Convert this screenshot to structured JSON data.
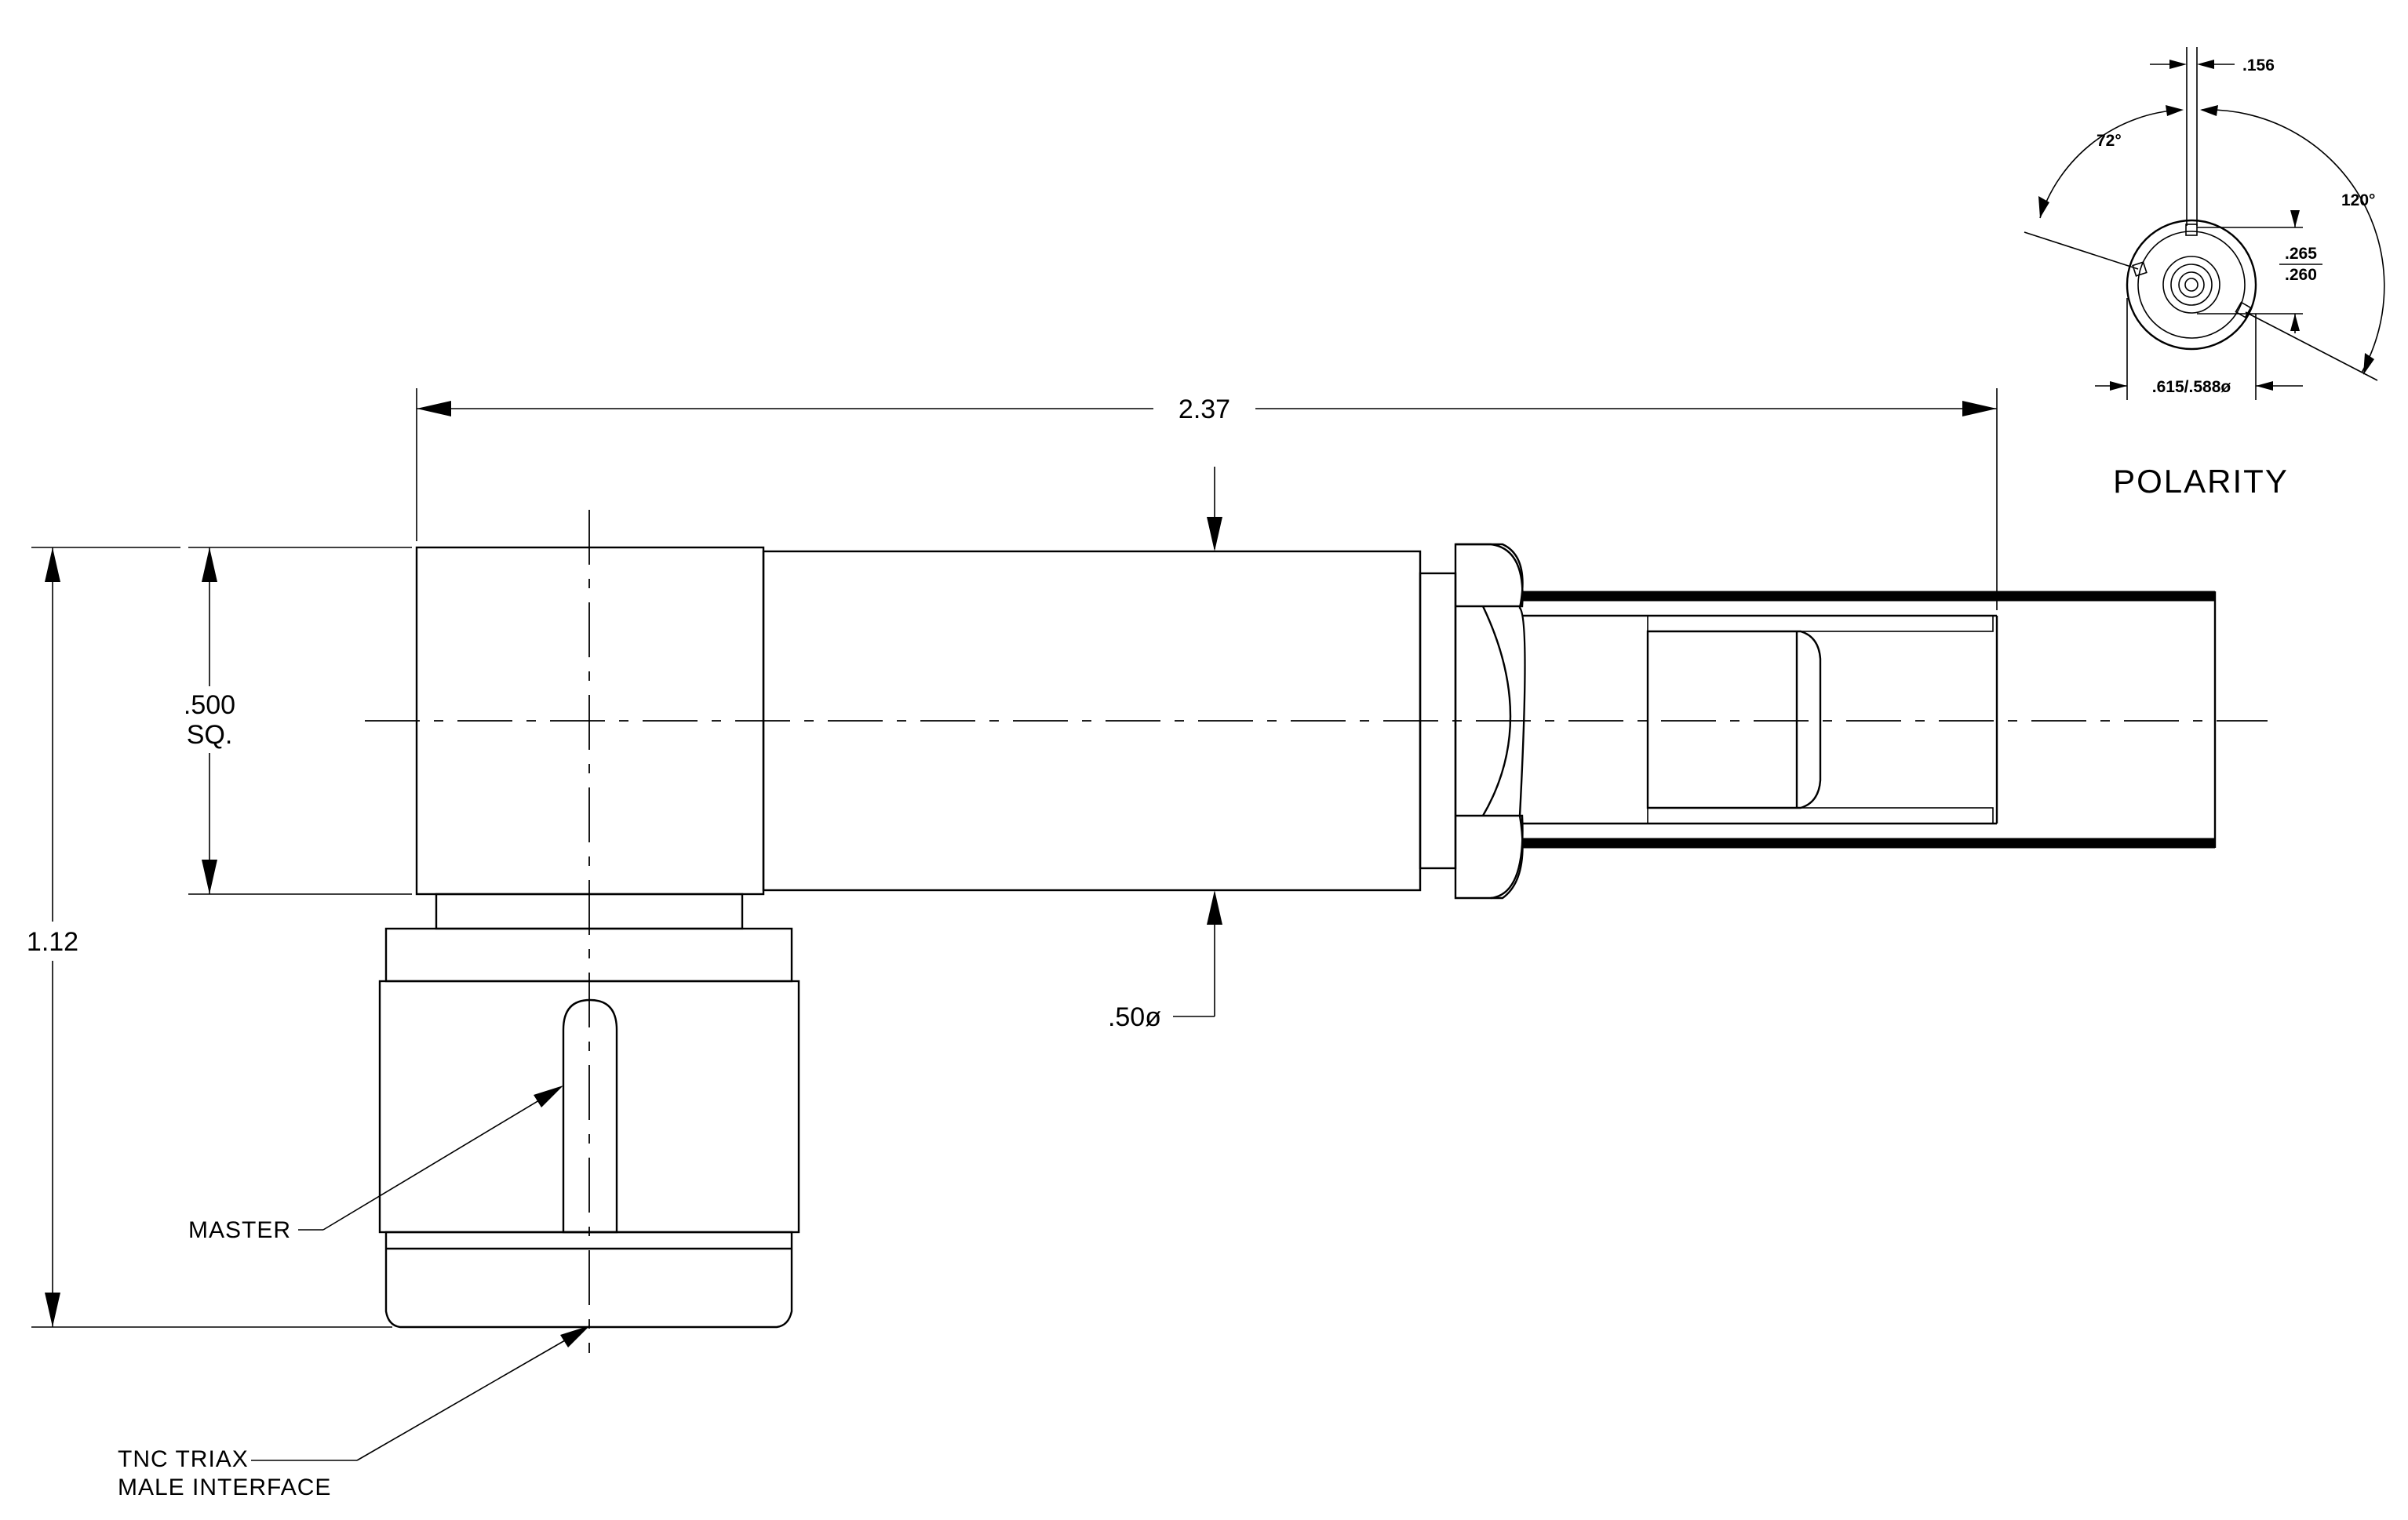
{
  "dimensions": {
    "overall_length": "2.37",
    "body_square_line1": ".500",
    "body_square_line2": "SQ.",
    "overall_height": "1.12",
    "tube_diameter": ".50ø"
  },
  "callouts": {
    "master": "MASTER",
    "interface_line1": "TNC TRIAX",
    "interface_line2": "MALE INTERFACE"
  },
  "polarity": {
    "title": "POLARITY",
    "key_width": ".156",
    "angle_left": "72°",
    "angle_right": "120°",
    "bore_upper": ".265",
    "bore_lower": ".260",
    "outer_diameter": ".615/.588ø"
  },
  "colors": {
    "line": "#000000",
    "background": "#ffffff"
  }
}
